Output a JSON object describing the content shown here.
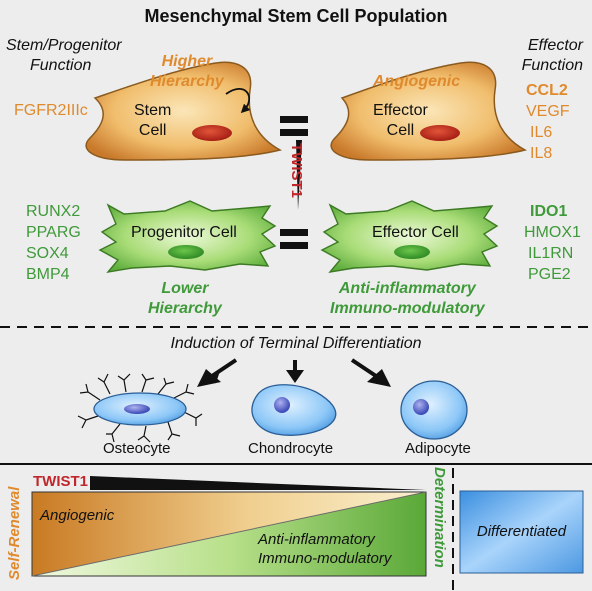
{
  "title": "Mesenchymal Stem Cell Population",
  "left_header": [
    "Stem/Progenitor",
    "Function"
  ],
  "right_header": [
    "Effector",
    "Function"
  ],
  "stem_cell": {
    "label": [
      "Stem",
      "Cell"
    ],
    "hierarchy": [
      "Higher",
      "Hierarchy"
    ],
    "markers": [
      "FGFR2IIIc"
    ]
  },
  "effector_orange": {
    "label": [
      "Effector",
      "Cell"
    ],
    "function": "Angiogenic",
    "markers": [
      "CCL2",
      "VEGF",
      "IL6",
      "IL8"
    ]
  },
  "progenitor_cell": {
    "label": "Progenitor Cell",
    "hierarchy": [
      "Lower",
      "Hierarchy"
    ],
    "markers": [
      "RUNX2",
      "PPARG",
      "SOX4",
      "BMP4"
    ]
  },
  "effector_green": {
    "label": "Effector Cell",
    "function": [
      "Anti-inflammatory",
      "Immuno-modulatory"
    ],
    "markers": [
      "IDO1",
      "HMOX1",
      "IL1RN",
      "PGE2"
    ]
  },
  "twist_vertical": "TWIST1",
  "induction": "Induction of Terminal Differentiation",
  "terminal_cells": [
    "Osteocyte",
    "Chondrocyte",
    "Adipocyte"
  ],
  "bottom": {
    "twist": "TWIST1",
    "self_renewal": "Self-Renewal",
    "angiogenic": "Angiogenic",
    "anti": [
      "Anti-inflammatory",
      "Immuno-modulatory"
    ],
    "determination": "Determination",
    "differentiated": "Differentiated"
  },
  "colors": {
    "orange": "#e08a2e",
    "green": "#3f9a3a",
    "red": "#c0262b",
    "blue": "#5fa8ea",
    "background": "#ededed"
  }
}
